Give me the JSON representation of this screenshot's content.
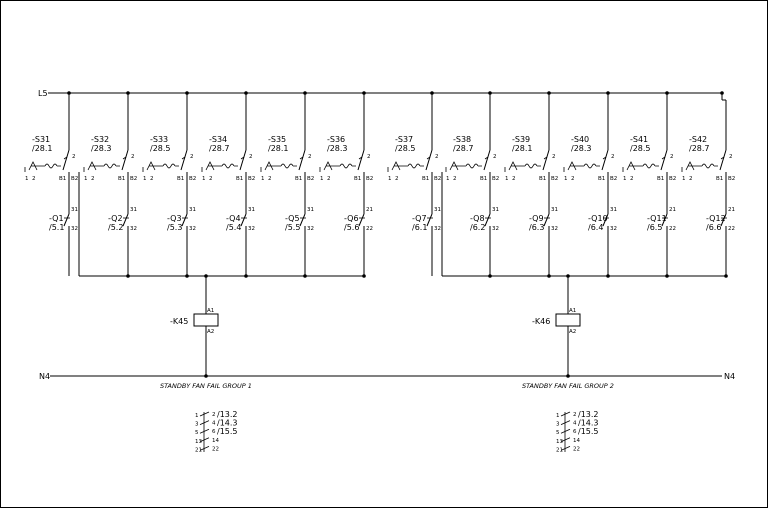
{
  "rails": {
    "top": "L5",
    "bottom_left": "N4",
    "bottom_right": "N4"
  },
  "groups": [
    {
      "coil": "-K45",
      "coil_a1": "A1",
      "coil_a2": "A2",
      "caption": "STANDBY FAN FAIL GROUP 1",
      "switches": [
        {
          "tag": "-S31",
          "ref": "/28.1"
        },
        {
          "tag": "-S32",
          "ref": "/28.3"
        },
        {
          "tag": "-S33",
          "ref": "/28.5"
        },
        {
          "tag": "-S34",
          "ref": "/28.7"
        },
        {
          "tag": "-S35",
          "ref": "/28.1"
        },
        {
          "tag": "-S36",
          "ref": "/28.3"
        }
      ],
      "contacts": [
        {
          "tag": "-Q1",
          "ref": "/5.1",
          "t1": "31",
          "t2": "32"
        },
        {
          "tag": "-Q2",
          "ref": "/5.2",
          "t1": "31",
          "t2": "32"
        },
        {
          "tag": "-Q3",
          "ref": "/5.3",
          "t1": "31",
          "t2": "32"
        },
        {
          "tag": "-Q4",
          "ref": "/5.4",
          "t1": "31",
          "t2": "32"
        },
        {
          "tag": "-Q5",
          "ref": "/5.5",
          "t1": "31",
          "t2": "32"
        },
        {
          "tag": "-Q6",
          "ref": "/5.6",
          "t1": "21",
          "t2": "22"
        }
      ],
      "xref": [
        {
          "a": "1",
          "b": "2",
          "ref": "/13.2"
        },
        {
          "a": "3",
          "b": "4",
          "ref": "/14.3"
        },
        {
          "a": "5",
          "b": "6",
          "ref": "/15.5"
        },
        {
          "a": "13",
          "b": "14",
          "ref": ""
        },
        {
          "a": "21",
          "b": "22",
          "ref": ""
        }
      ]
    },
    {
      "coil": "-K46",
      "coil_a1": "A1",
      "coil_a2": "A2",
      "caption": "STANDBY FAN FAIL GROUP 2",
      "switches": [
        {
          "tag": "-S37",
          "ref": "/28.5"
        },
        {
          "tag": "-S38",
          "ref": "/28.7"
        },
        {
          "tag": "-S39",
          "ref": "/28.1"
        },
        {
          "tag": "-S40",
          "ref": "/28.3"
        },
        {
          "tag": "-S41",
          "ref": "/28.5"
        },
        {
          "tag": "-S42",
          "ref": "/28.7"
        }
      ],
      "contacts": [
        {
          "tag": "-Q7",
          "ref": "/6.1",
          "t1": "31",
          "t2": "32"
        },
        {
          "tag": "-Q8",
          "ref": "/6.2",
          "t1": "31",
          "t2": "32"
        },
        {
          "tag": "-Q9",
          "ref": "/6.3",
          "t1": "31",
          "t2": "32"
        },
        {
          "tag": "-Q10",
          "ref": "/6.4",
          "t1": "31",
          "t2": "32"
        },
        {
          "tag": "-Q11",
          "ref": "/6.5",
          "t1": "21",
          "t2": "22"
        },
        {
          "tag": "-Q12",
          "ref": "/6.6",
          "t1": "21",
          "t2": "22"
        }
      ],
      "xref": [
        {
          "a": "1",
          "b": "2",
          "ref": "/13.2"
        },
        {
          "a": "3",
          "b": "4",
          "ref": "/14.3"
        },
        {
          "a": "5",
          "b": "6",
          "ref": "/15.5"
        },
        {
          "a": "13",
          "b": "14",
          "ref": ""
        },
        {
          "a": "21",
          "b": "22",
          "ref": ""
        }
      ]
    }
  ],
  "switch_terminals": {
    "t1": "1",
    "t2": "2",
    "tn": "2",
    "b1": "B1",
    "b2": "B2"
  }
}
